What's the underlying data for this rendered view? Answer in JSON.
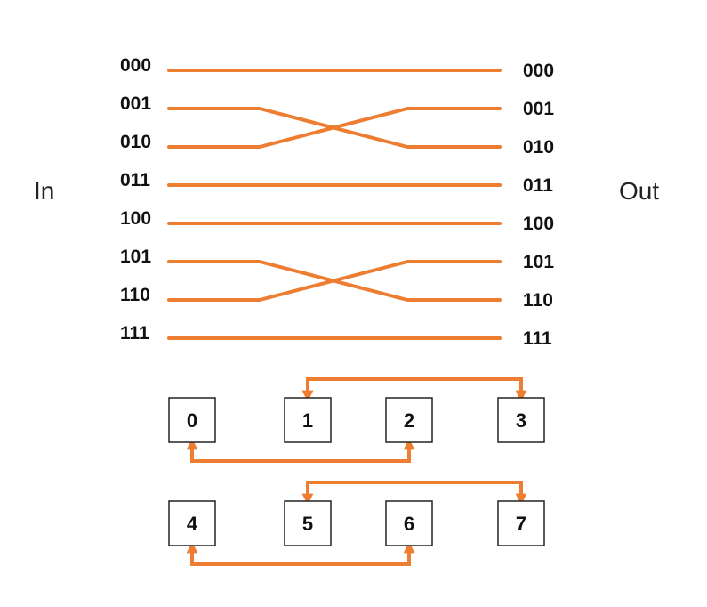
{
  "labels": {
    "in": "In",
    "out": "Out"
  },
  "inputs": [
    "000",
    "001",
    "010",
    "011",
    "100",
    "101",
    "110",
    "111"
  ],
  "outputs": [
    "000",
    "001",
    "010",
    "011",
    "100",
    "101",
    "110",
    "111"
  ],
  "wiring": [
    0,
    2,
    1,
    3,
    4,
    6,
    5,
    7
  ],
  "nodes": [
    {
      "id": "node-0",
      "label": "0"
    },
    {
      "id": "node-1",
      "label": "1"
    },
    {
      "id": "node-2",
      "label": "2"
    },
    {
      "id": "node-3",
      "label": "3"
    },
    {
      "id": "node-4",
      "label": "4"
    },
    {
      "id": "node-5",
      "label": "5"
    },
    {
      "id": "node-6",
      "label": "6"
    },
    {
      "id": "node-7",
      "label": "7"
    }
  ],
  "links": [
    {
      "from": 1,
      "to": 3
    },
    {
      "from": 0,
      "to": 2
    },
    {
      "from": 5,
      "to": 7
    },
    {
      "from": 4,
      "to": 6
    }
  ],
  "colors": {
    "wire": "#ED7D31",
    "box": "#222222",
    "text": "#111111"
  }
}
